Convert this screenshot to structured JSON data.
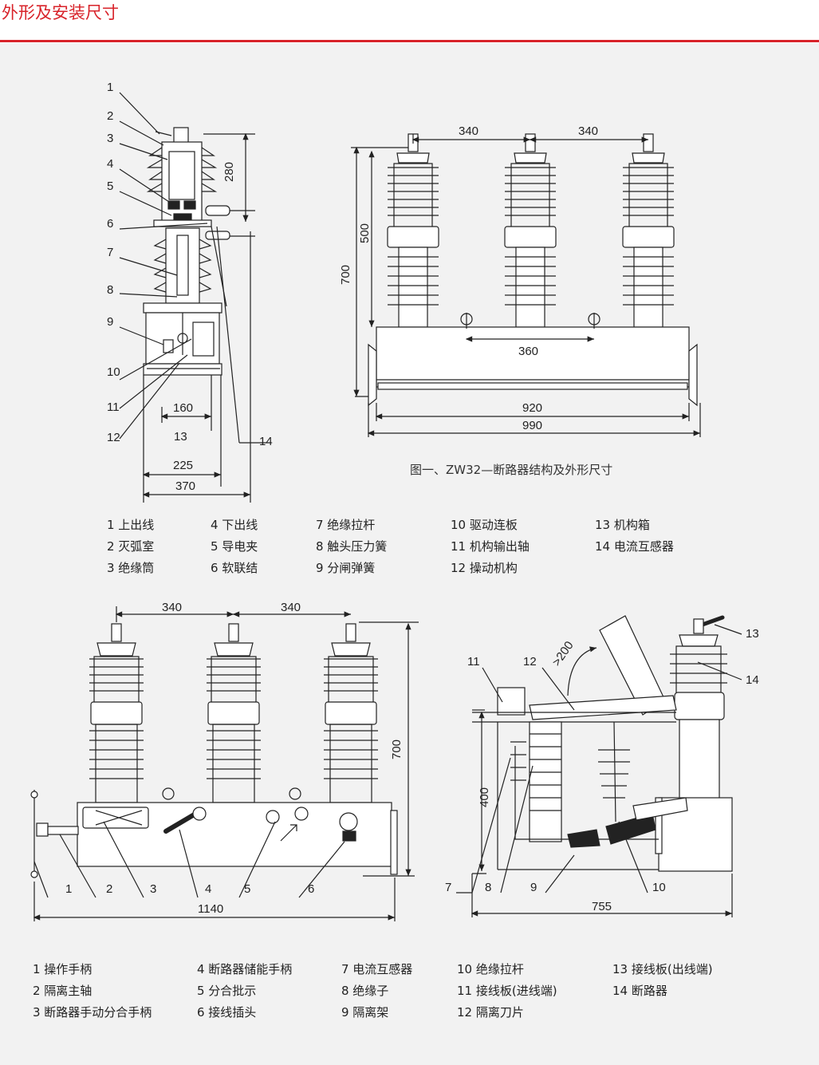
{
  "header": {
    "title": "外形及安装尺寸",
    "accent_color": "#d8232a"
  },
  "fig1": {
    "caption": "图一、ZW32—断路器结构及外形尺寸",
    "side_callouts": [
      "1",
      "2",
      "3",
      "4",
      "5",
      "6",
      "7",
      "8",
      "9",
      "10",
      "11",
      "12",
      "13",
      "14"
    ],
    "side_dims": {
      "d280": "280",
      "d160": "160",
      "d225": "225",
      "d370": "370"
    },
    "front_dims": {
      "d340a": "340",
      "d340b": "340",
      "d500": "500",
      "d700": "700",
      "d360": "360",
      "d920": "920",
      "d990": "990"
    },
    "legend": [
      "1 上出线",
      "2 灭弧室",
      "3 绝缘筒",
      "4 下出线",
      "5 导电夹",
      "6 软联结",
      "7 绝缘拉杆",
      "8 触头压力簧",
      "9 分闸弹簧",
      "10 驱动连板",
      "11 机构输出轴",
      "12 操动机构",
      "13 机构箱",
      "14 电流互感器"
    ]
  },
  "fig2": {
    "front_dims": {
      "d340a": "340",
      "d340b": "340",
      "d700": "700",
      "d1140": "1140"
    },
    "front_callouts": [
      "1",
      "2",
      "3",
      "4",
      "5",
      "6"
    ],
    "side_dims": {
      "d200": ">200",
      "d400": "400",
      "d755": "755"
    },
    "side_callouts": [
      "7",
      "8",
      "9",
      "10",
      "11",
      "12",
      "13",
      "14"
    ],
    "legend": [
      "1 操作手柄",
      "2 隔离主轴",
      "3 断路器手动分合手柄",
      "4 断路器储能手柄",
      "5 分合批示",
      "6 接线插头",
      "7 电流互感器",
      "8 绝缘子",
      "9 隔离架",
      "10 绝缘拉杆",
      "11 接线板(进线端)",
      "12 隔离刀片",
      "13 接线板(出线端)",
      "14 断路器"
    ]
  }
}
